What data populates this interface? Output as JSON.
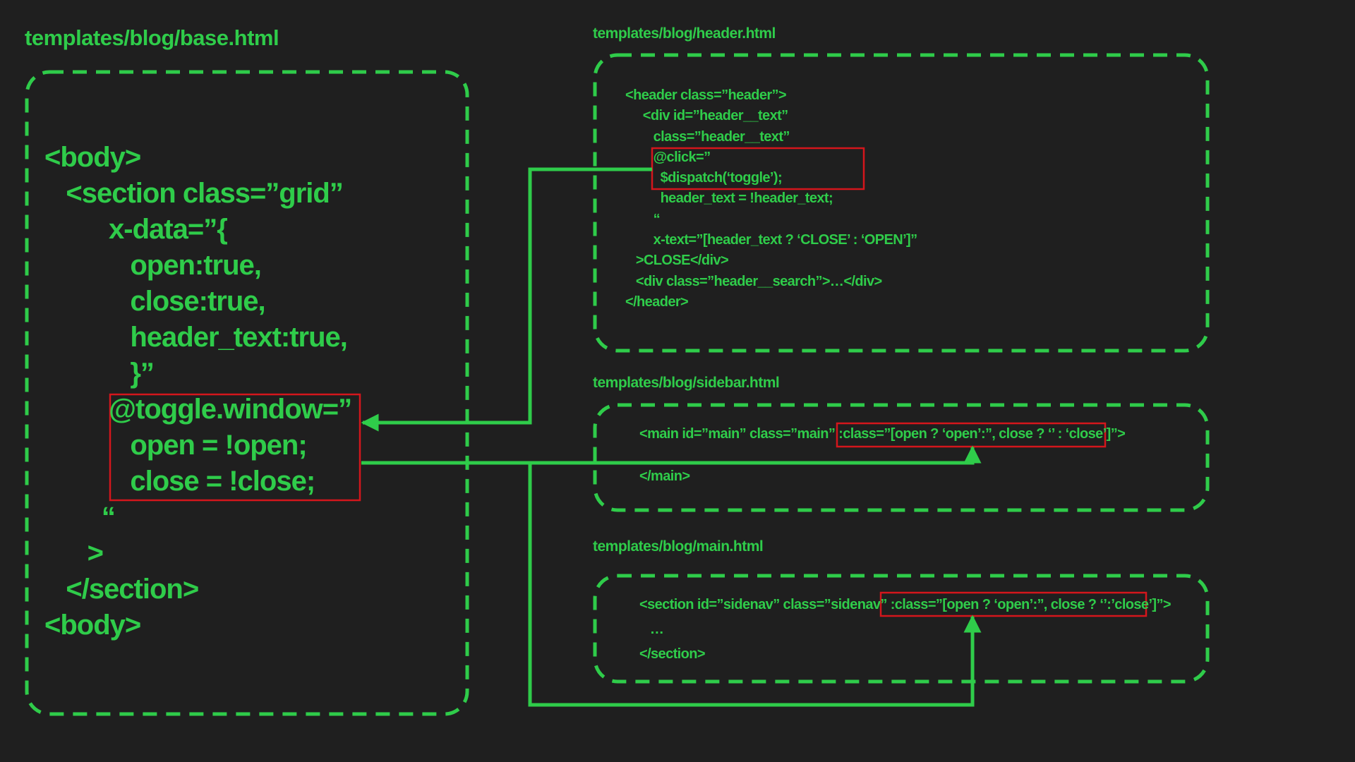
{
  "colors": {
    "background": "#1f1f1f",
    "code_green": "#2fcc4a",
    "highlight_red": "#d4161c"
  },
  "files": {
    "base": {
      "title": "templates/blog/base.html",
      "lines": [
        "<body>",
        "   <section class=”grid”",
        "         x-data=”{",
        "            open:true,",
        "            close:true,",
        "            header_text:true,",
        "            }”",
        "         @toggle.window=”",
        "            open = !open;",
        "            close = !close;",
        "        “",
        "      >",
        "   </section>",
        "<body>"
      ]
    },
    "header": {
      "title": "templates/blog/header.html",
      "lines": [
        "<header class=”header”>",
        "     <div id=”header__text”",
        "        class=”header__text”",
        "        @click=”",
        "          $dispatch(‘toggle’);",
        "          header_text = !header_text;",
        "        “",
        "        x-text=”[header_text ? ‘CLOSE’ : ‘OPEN’]”",
        "   >CLOSE</div>",
        "   <div class=”header__search”>…</div>",
        "</header>"
      ]
    },
    "sidebar": {
      "title": "templates/blog/sidebar.html",
      "lines": [
        "<main id=”main” class=”main” :class=”[open ? ‘open’:’’, close ? ‘’ : ‘close’]”>",
        "",
        "</main>"
      ]
    },
    "main": {
      "title": "templates/blog/main.html",
      "lines": [
        "<section id=”sidenav” class=”sidenav” :class=”[open ? ‘open’:’’, close ? ‘’:’close’]”>",
        "   …",
        "</section>"
      ]
    }
  }
}
